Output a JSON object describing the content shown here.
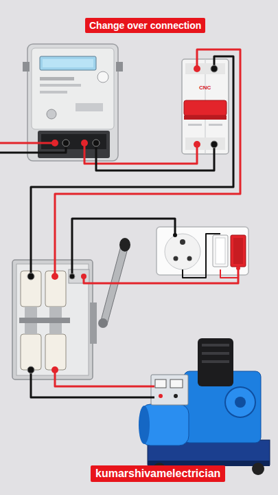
{
  "diagram": {
    "title": "Change over connection",
    "labels": [
      "CNC",
      "kumarshivamelectrician"
    ]
  }
}
